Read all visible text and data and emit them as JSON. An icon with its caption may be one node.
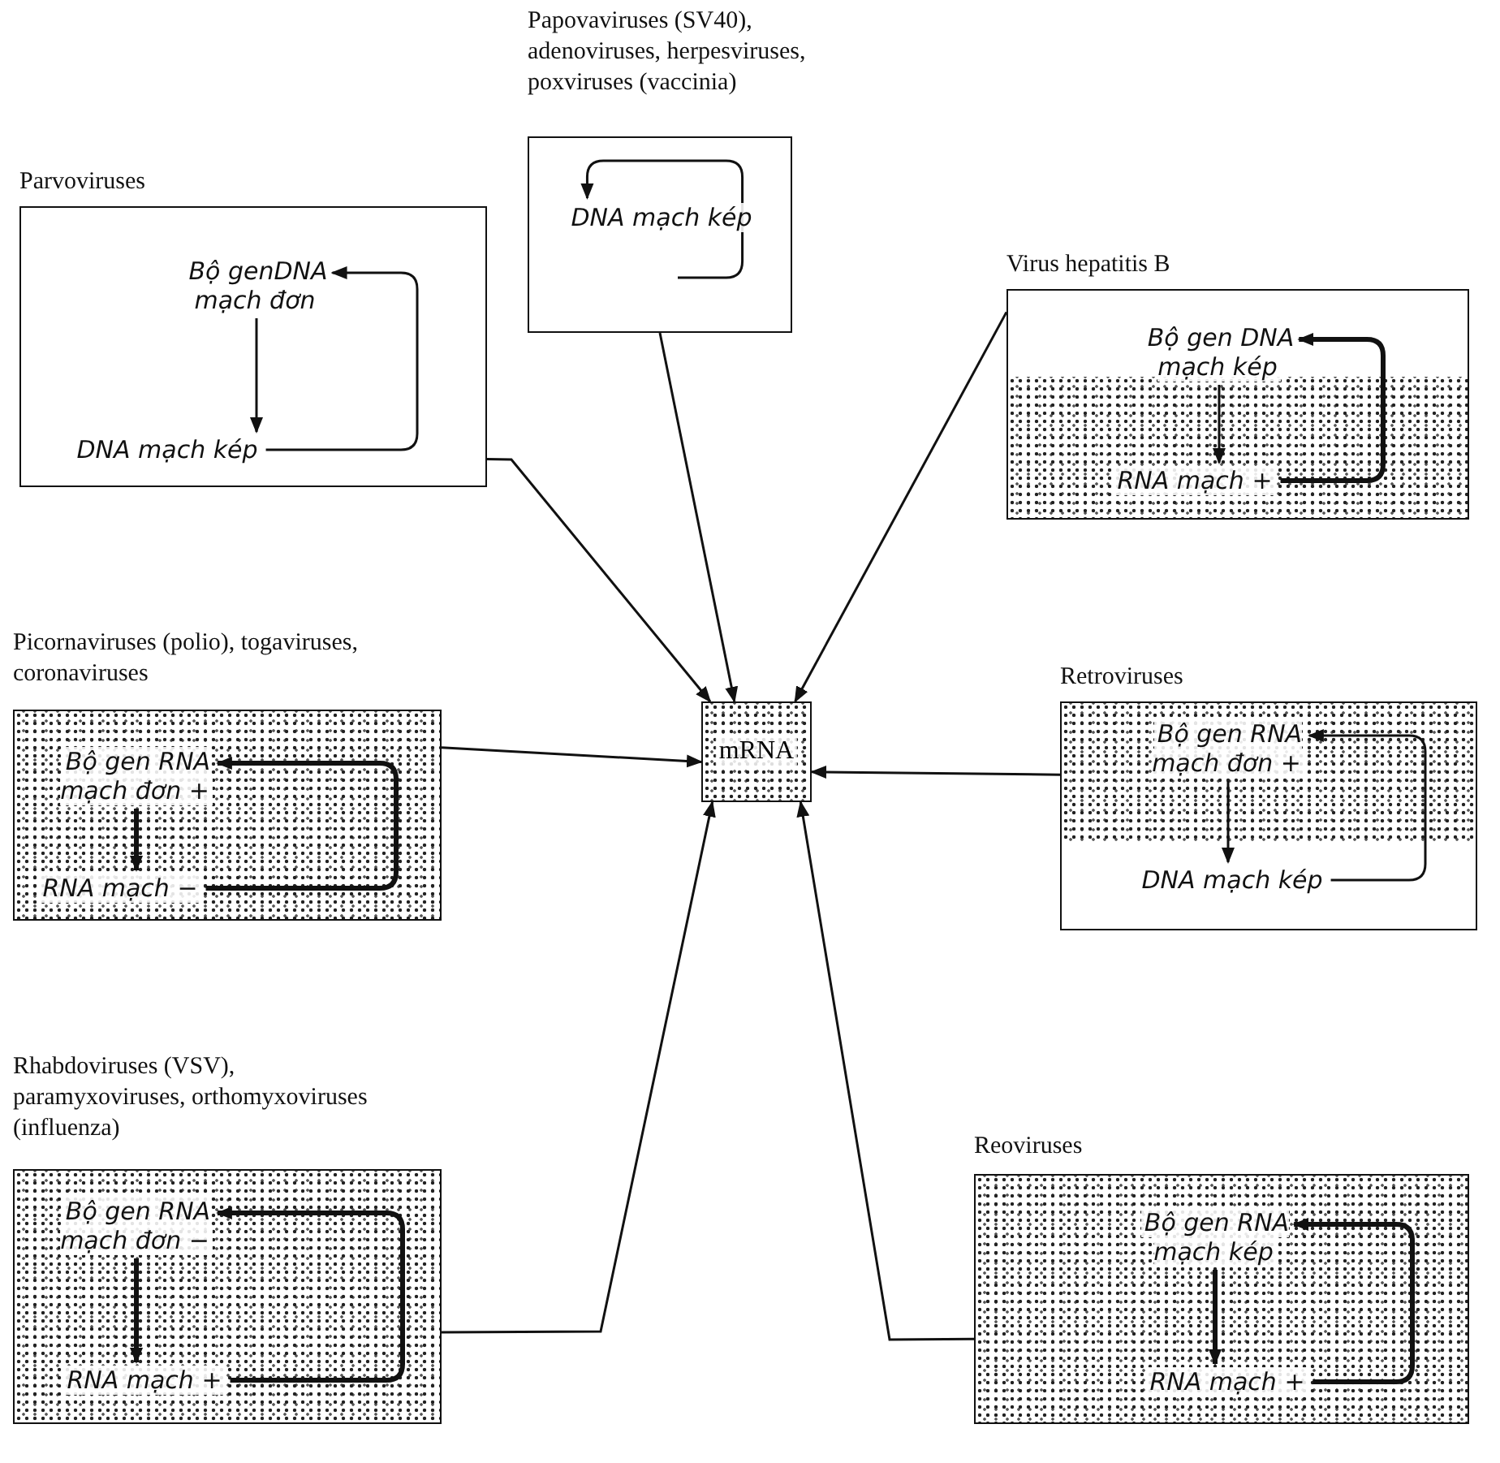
{
  "diagram": {
    "nodes": [
      {
        "text": [
          "Papovaviruses (SV40), adenoviruses, herpesviruses, poxviruses (vaccinia)"
        ]
      },
      {
        "text": [
          "DNA mạch kép"
        ],
        "in": 0
      },
      {
        "text": [
          "Parvoviruses"
        ]
      },
      {
        "text": [
          "Bộ genDNA mạch đơn"
        ],
        "in": 2
      },
      {
        "text": [
          "DNA mạch kép"
        ],
        "in": 2
      },
      {
        "text": [
          "Virus hepatitis B"
        ]
      },
      {
        "text": [
          "Bộ gen DNA mạch kép"
        ],
        "in": 5
      },
      {
        "text": [
          "RNA mạch +"
        ],
        "in": 5
      },
      {
        "text": [
          "Picornaviruses (polio), togaviruses, coronaviruses"
        ]
      },
      {
        "text": [
          "Bộ gen RNA mạch đơn +"
        ],
        "in": 8
      },
      {
        "text": [
          "RNA mạch −"
        ],
        "in": 8
      },
      {
        "text": [
          "mRNA"
        ]
      },
      {
        "text": [
          "Retroviruses"
        ]
      },
      {
        "text": [
          "Bộ gen RNA mạch đơn +"
        ],
        "in": 12
      },
      {
        "text": [
          "DNA mạch kép"
        ],
        "in": 12
      },
      {
        "text": [
          "Rhabdoviruses (VSV), paramyxoviruses, orthomyxoviruses (influenza)"
        ]
      },
      {
        "text": [
          "Bộ gen RNA mạch đơn −"
        ],
        "in": 15
      },
      {
        "text": [
          "RNA mạch +"
        ],
        "in": 15
      },
      {
        "text": [
          "Reoviruses"
        ]
      },
      {
        "text": [
          "Bộ gen RNA mạch kép"
        ],
        "in": 18
      },
      {
        "text": [
          "RNA mạch +"
        ],
        "in": 18
      }
    ],
    "edges": [
      {
        "from": 3,
        "to": 4,
        "arrow": "to"
      },
      {
        "from": 4,
        "to": 3,
        "arrow": "to"
      },
      {
        "from": 6,
        "to": 7,
        "arrow": "to"
      },
      {
        "from": 7,
        "to": 6,
        "arrow": "to",
        "style": "thick"
      },
      {
        "from": 9,
        "to": 10,
        "arrow": "to",
        "style": "thick"
      },
      {
        "from": 10,
        "to": 9,
        "arrow": "to",
        "style": "thick"
      },
      {
        "from": 13,
        "to": 14,
        "arrow": "to"
      },
      {
        "from": 14,
        "to": 13,
        "arrow": "to"
      },
      {
        "from": 16,
        "to": 17,
        "arrow": "to",
        "style": "thick"
      },
      {
        "from": 17,
        "to": 16,
        "arrow": "to",
        "style": "thick"
      },
      {
        "from": 19,
        "to": 20,
        "arrow": "to",
        "style": "thick"
      },
      {
        "from": 20,
        "to": 19,
        "arrow": "to",
        "style": "thick"
      },
      {
        "from": 0,
        "to": 11,
        "arrow": "to"
      },
      {
        "from": 2,
        "to": 11,
        "arrow": "to"
      },
      {
        "from": 5,
        "to": 11,
        "arrow": "to"
      },
      {
        "from": 8,
        "to": 11,
        "arrow": "to"
      },
      {
        "from": 12,
        "to": 11,
        "arrow": "to"
      },
      {
        "from": 15,
        "to": 11,
        "arrow": "to"
      },
      {
        "from": 18,
        "to": 11,
        "arrow": "to"
      },
      {
        "from": null,
        "to": 1,
        "arrow": "to"
      }
    ]
  }
}
